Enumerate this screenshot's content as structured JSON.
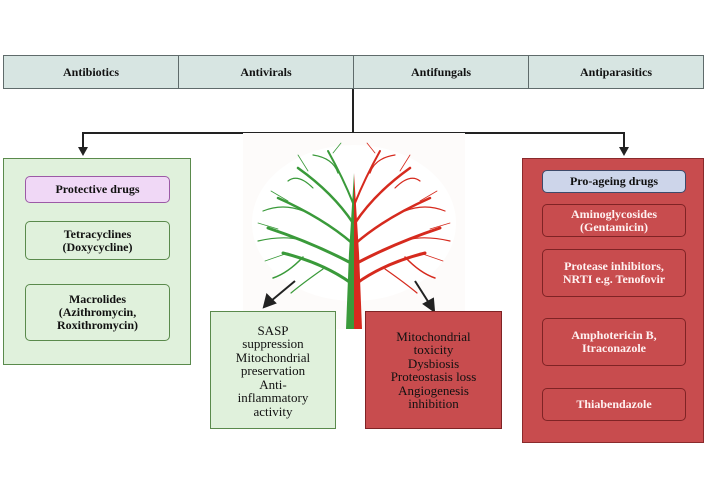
{
  "header": {
    "categories": [
      "Antibiotics",
      "Antivirals",
      "Antifungals",
      "Antiparasitics"
    ]
  },
  "protective": {
    "title": "Protective drugs",
    "items": [
      {
        "lines": [
          "Tetracyclines",
          "(Doxycycline)"
        ]
      },
      {
        "lines": [
          "Macrolides",
          "(Azithromycin,",
          "Roxithromycin)"
        ]
      }
    ]
  },
  "pro_ageing": {
    "title": "Pro-ageing drugs",
    "items": [
      {
        "lines": [
          "Aminoglycosides",
          "(Gentamicin)"
        ]
      },
      {
        "lines": [
          "Protease inhibitors,",
          "NRTI e.g. Tenofovir"
        ]
      },
      {
        "lines": [
          "Amphotericin B,",
          "Itraconazole"
        ]
      },
      {
        "lines": [
          "Thiabendazole"
        ]
      }
    ]
  },
  "effects": {
    "beneficial": [
      "SASP",
      "suppression",
      "Mitochondrial",
      "preservation",
      "Anti-",
      "inflammatory",
      "activity"
    ],
    "harmful": [
      "Mitochondrial",
      "toxicity",
      "Dysbiosis",
      "Proteostasis loss",
      "Angiogenesis",
      "inhibition"
    ]
  },
  "colors": {
    "protective_fill": "#e0f1dc",
    "protective_border": "#5a8a4c",
    "ageing_fill": "#c84c4e",
    "ageing_border": "#7f2325",
    "header_fill": "#d7e5e2",
    "tree_green": "#3a9a3a",
    "tree_red": "#d62a1e"
  }
}
